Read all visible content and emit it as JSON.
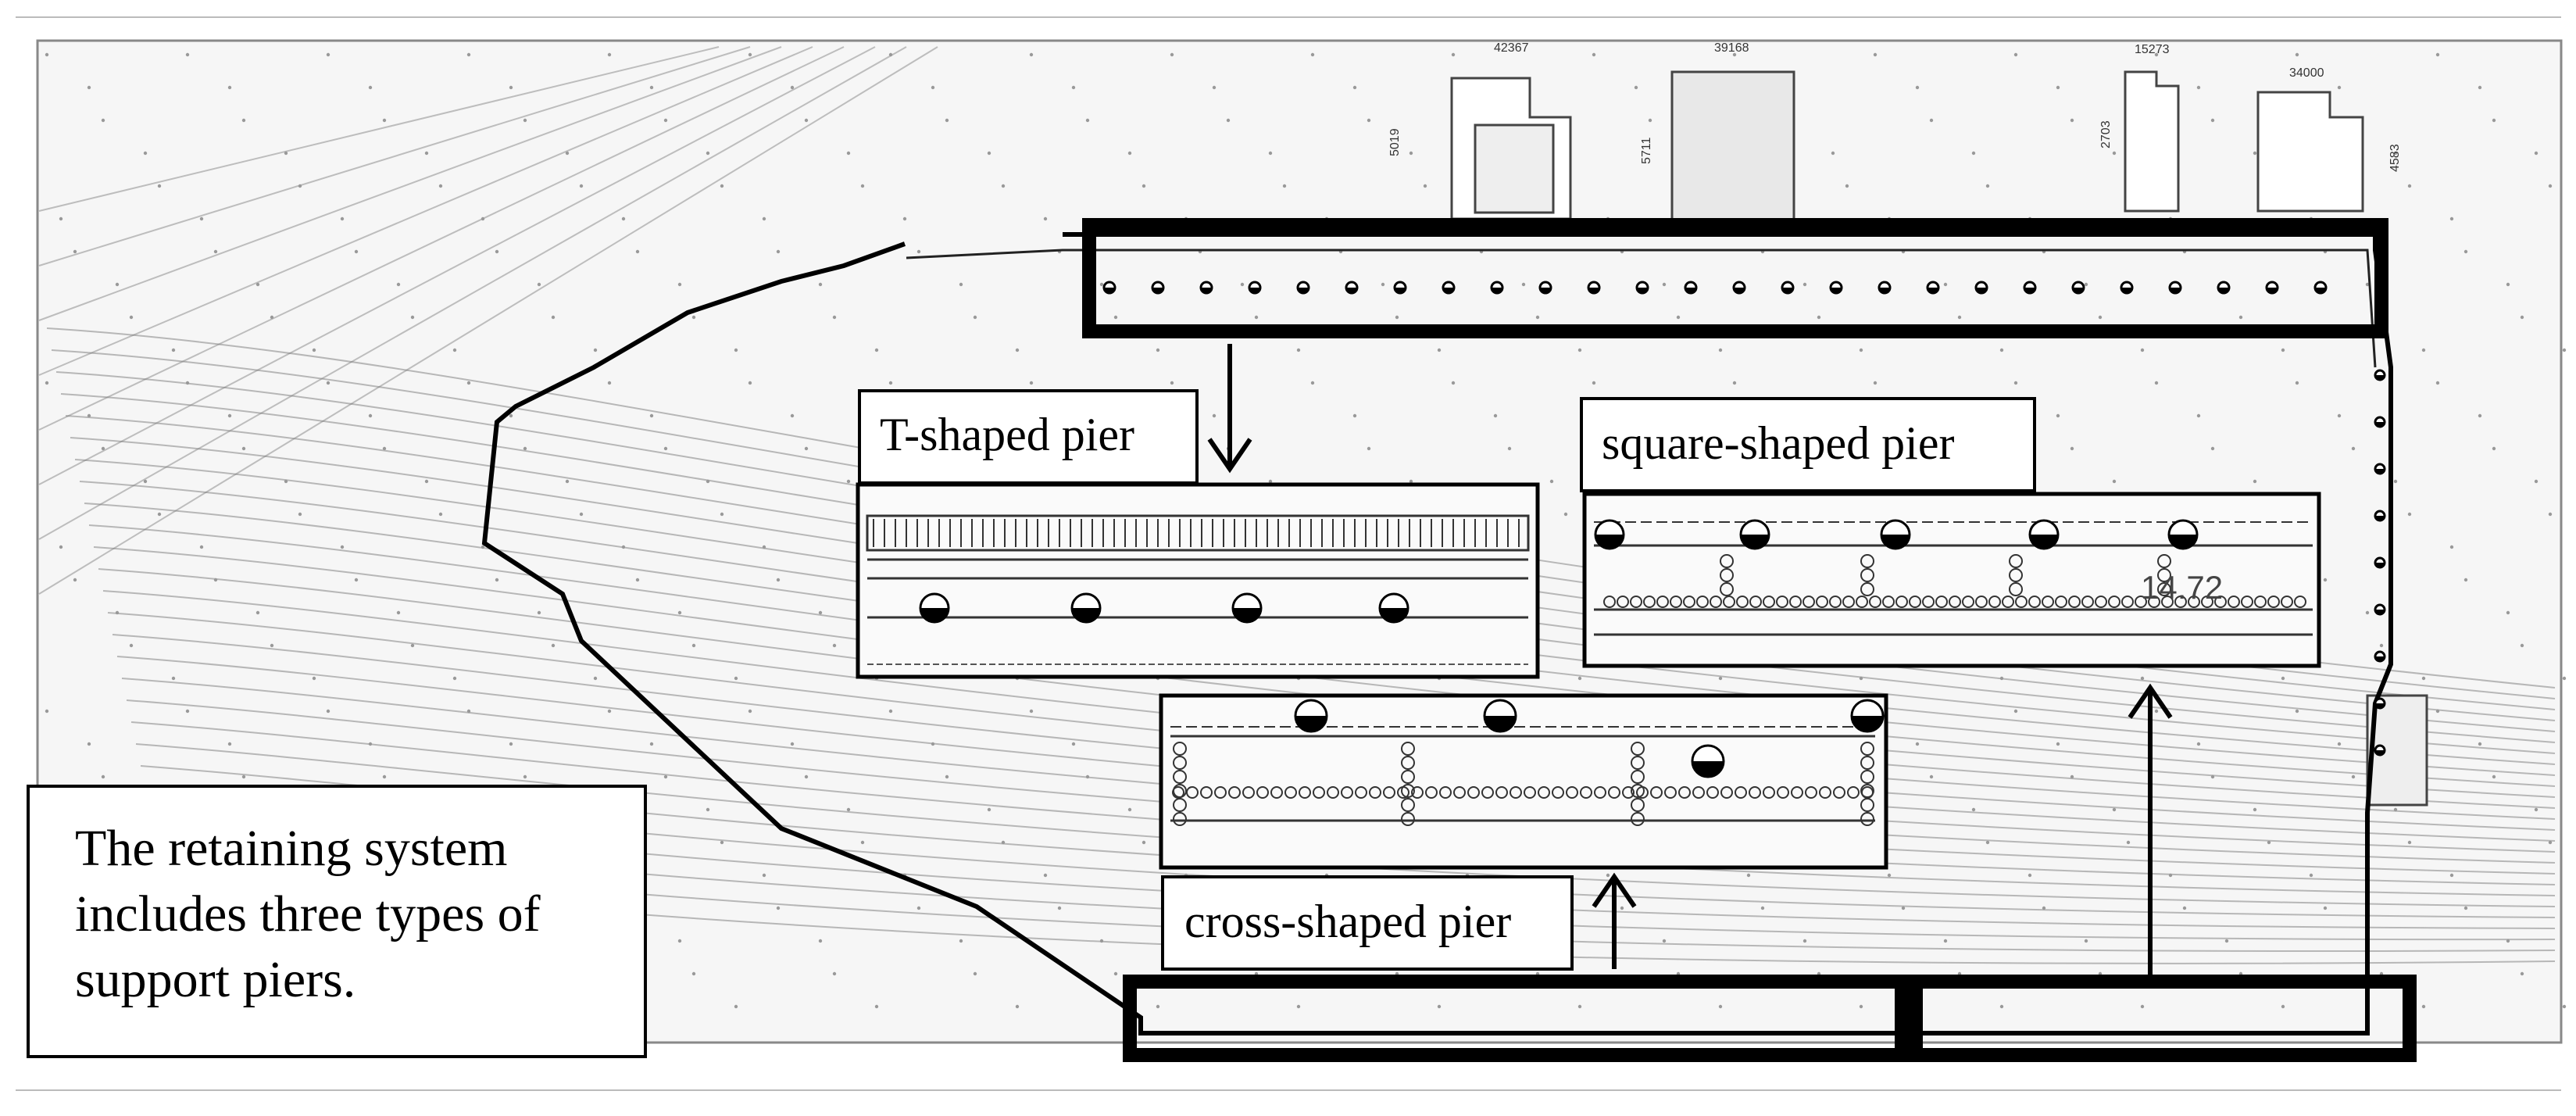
{
  "labels": {
    "t_pier": "T-shaped pier",
    "square_pier": "square-shaped pier",
    "cross_pier": "cross-shaped pier"
  },
  "caption": {
    "line1": "The retaining system",
    "line2": "includes three  types of",
    "line3": "support piers."
  },
  "drawing_marks": {
    "dim_a": "42367",
    "dim_b": "39168",
    "dim_c": "15273",
    "dim_d": "34000",
    "dim_e": "5019",
    "dim_f": "5711",
    "dim_g": "2703",
    "dim_h": "4583",
    "inset_mark": "14.72"
  },
  "colors": {
    "line": "#000000",
    "thin": "#5a5a5a",
    "bg": "#ffffff"
  }
}
